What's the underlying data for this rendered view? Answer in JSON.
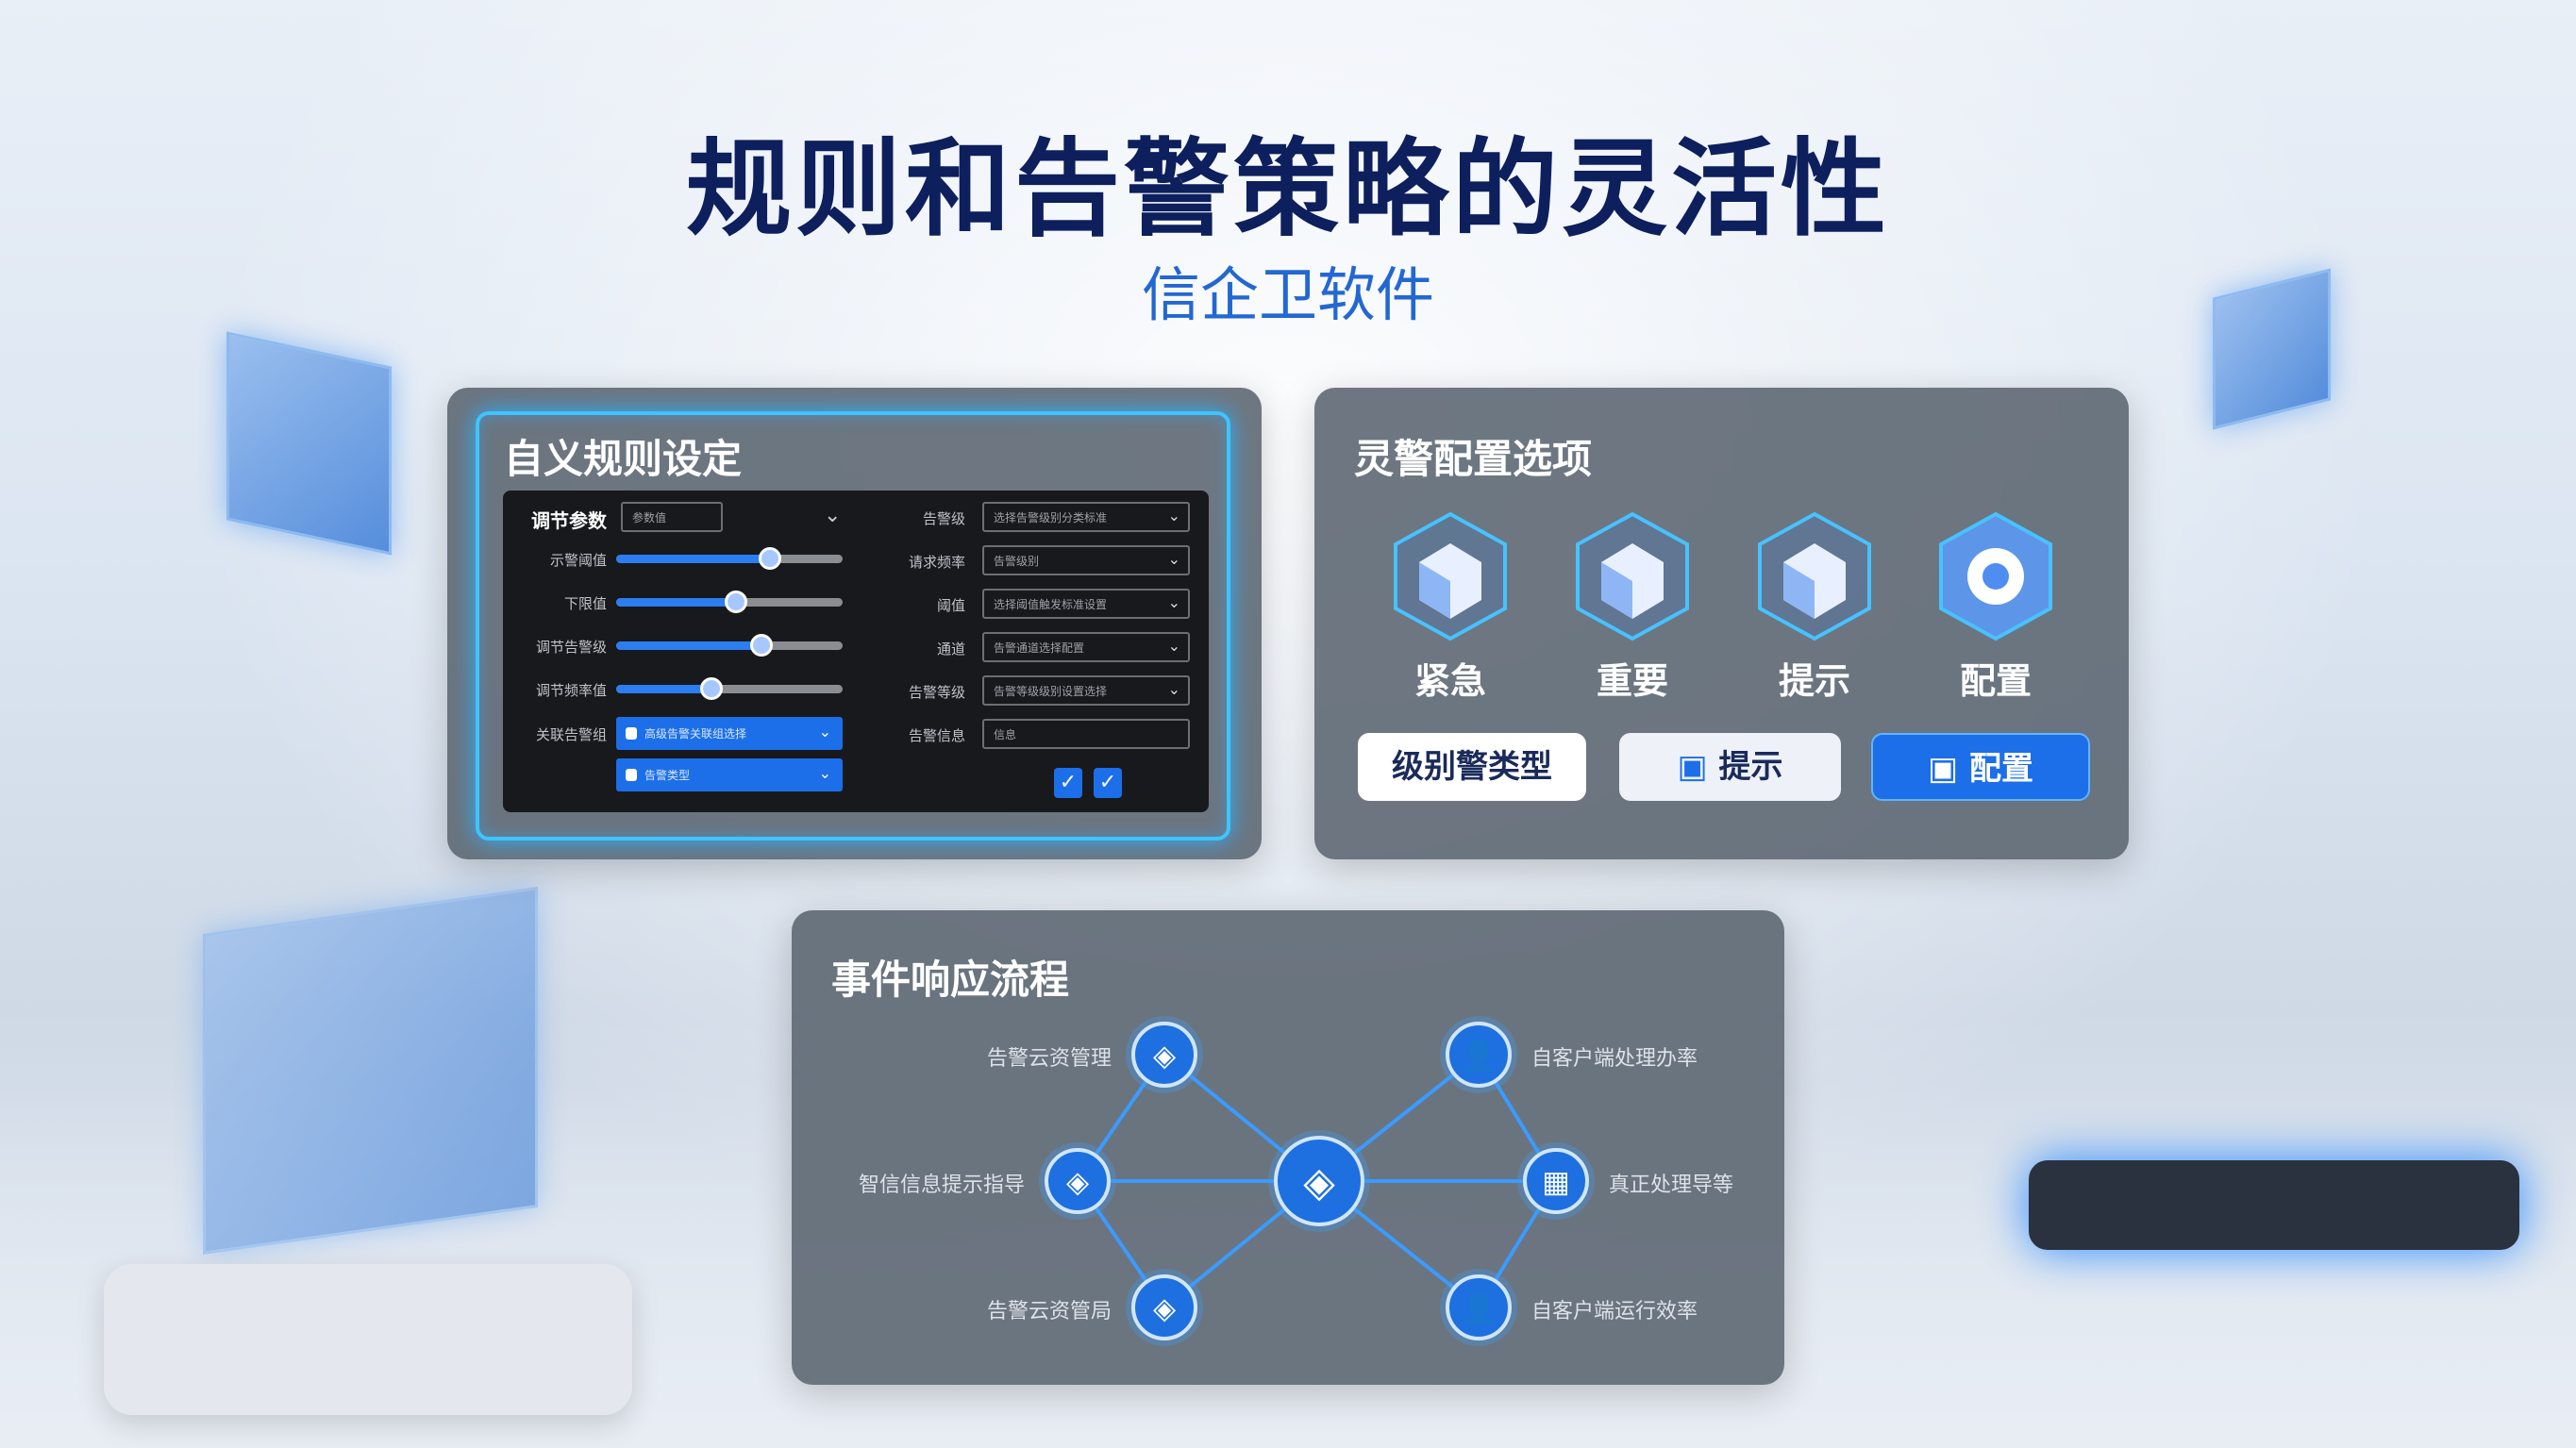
{
  "header": {
    "title": "规则和告警策略的灵活性",
    "subtitle": "信企卫软件"
  },
  "rules_panel": {
    "title": "自义规则设定",
    "param_label": "调节参数",
    "param_value": "参数值",
    "sliders": [
      {
        "label": "示警阈值",
        "value": 0.68
      },
      {
        "label": "下限值",
        "value": 0.53
      },
      {
        "label": "调节告警级",
        "value": 0.64
      },
      {
        "label": "调节频率值",
        "value": 0.42
      }
    ],
    "blue_selects": [
      {
        "label": "关联告警组",
        "value": "高级告警关联组选择"
      },
      {
        "value": "告警类型"
      }
    ],
    "right_fields": [
      {
        "label": "告警级",
        "value": "选择告警级别分类标准"
      },
      {
        "label": "请求频率",
        "value": "告警级别"
      },
      {
        "label": "阈值",
        "value": "选择阈值触发标准设置"
      },
      {
        "label": "通道",
        "value": "告警通道选择配置"
      },
      {
        "label": "告警等级",
        "value": "告警等级级别设置选择"
      },
      {
        "label": "告警信息",
        "value": "信息"
      }
    ],
    "checkboxes": [
      true,
      true
    ]
  },
  "alert_panel": {
    "title": "灵警配置选项",
    "levels": [
      {
        "label": "紧急",
        "icon": "crystal-icon"
      },
      {
        "label": "重要",
        "icon": "cube-icon"
      },
      {
        "label": "提示",
        "icon": "cube-icon"
      },
      {
        "label": "配置",
        "icon": "gear-icon"
      }
    ],
    "buttons": {
      "type": "级别警类型",
      "hint": "提示",
      "config": "配置"
    },
    "accent": "#1c6fe8"
  },
  "flow_panel": {
    "title": "事件响应流程",
    "nodes": [
      {
        "label": "告警云资管理",
        "icon": "box-icon"
      },
      {
        "label": "智信信息提示指导",
        "icon": "box-icon"
      },
      {
        "label": "告警云资管局",
        "icon": "box-icon"
      },
      {
        "label": "自客户端处理办率",
        "icon": "user-icon"
      },
      {
        "label": "真正处理导等",
        "icon": "grid-icon"
      },
      {
        "label": "自客户端运行效率",
        "icon": "user-icon"
      }
    ]
  }
}
